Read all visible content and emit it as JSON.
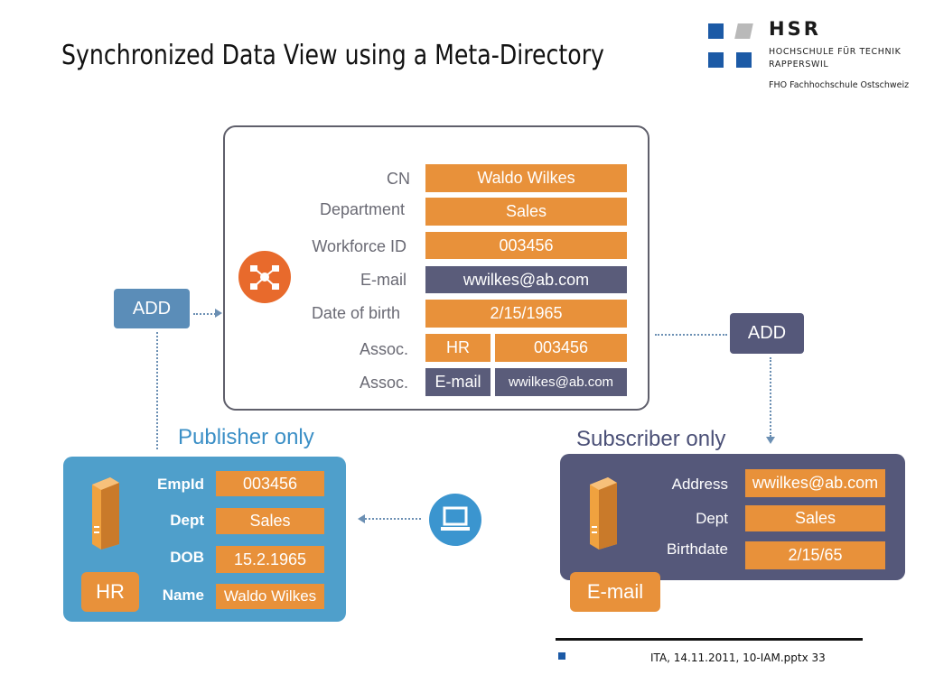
{
  "title": "Synchronized Data View using a Meta-Directory",
  "logo": {
    "name": "HSR",
    "line1": "HOCHSCHULE FÜR TECHNIK",
    "line2": "RAPPERSWIL",
    "subline": "FHO Fachhochschule Ostschweiz",
    "colors": [
      "#1c5aa6",
      "#b8b8b8"
    ]
  },
  "meta_directory": {
    "icon": "network-hub-icon",
    "rows": [
      {
        "label": "CN",
        "value": "Waldo Wilkes"
      },
      {
        "label": "Department",
        "value": "Sales"
      },
      {
        "label": "Workforce ID",
        "value": "003456"
      },
      {
        "label": "E-mail",
        "value": "wwilkes@ab.com"
      },
      {
        "label": "Date of birth",
        "value": "2/15/1965"
      },
      {
        "label": "Assoc.",
        "key": "HR",
        "value": "003456"
      },
      {
        "label": "Assoc.",
        "key": "E-mail",
        "value": "wwilkes@ab.com"
      }
    ]
  },
  "add_left": "ADD",
  "add_right": "ADD",
  "publisher_title": "Publisher only",
  "subscriber_title": "Subscriber only",
  "hr_system": {
    "tag": "HR",
    "icon": "server-icon",
    "rows": [
      {
        "label": "EmpId",
        "value": "003456"
      },
      {
        "label": "Dept",
        "value": "Sales"
      },
      {
        "label": "DOB",
        "value": "15.2.1965"
      },
      {
        "label": "Name",
        "value": "Waldo Wilkes"
      }
    ]
  },
  "email_system": {
    "tag": "E-mail",
    "icon": "server-icon",
    "rows": [
      {
        "label": "Address",
        "value": "wwilkes@ab.com"
      },
      {
        "label": "Dept",
        "value": "Sales"
      },
      {
        "label": "Birthdate",
        "value": "2/15/65"
      }
    ]
  },
  "laptop_icon": "laptop-icon",
  "footer": "ITA, 14.11.2011, 10-IAM.pptx 33",
  "colors": {
    "orange": "#e8913a",
    "slate": "#5a5c7a",
    "hub": "#e86a2c",
    "hr_blue": "#4f9fcb",
    "email_slate": "#55587a",
    "publisher_text": "#3b8fc6",
    "subscriber_text": "#4b5077"
  }
}
